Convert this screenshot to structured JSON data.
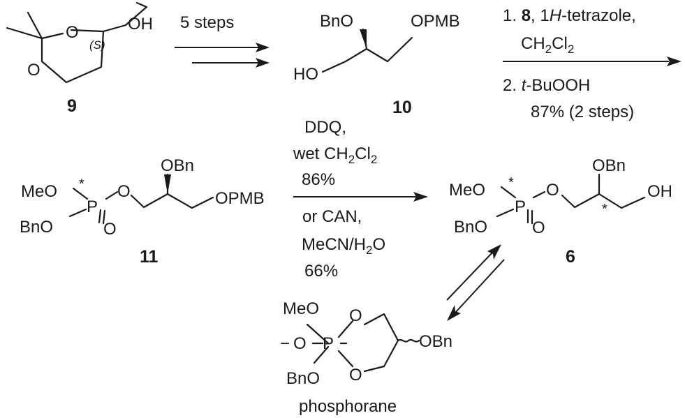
{
  "compounds": {
    "c9": {
      "id": "9",
      "oh": "OH",
      "o_top": "O",
      "o_bottom": "O",
      "stereo": "(S)"
    },
    "c10": {
      "id": "10",
      "obn": "BnO",
      "opmb": "OPMB",
      "ho": "HO"
    },
    "c11": {
      "id": "11",
      "obn": "OBn",
      "meo": "MeO",
      "bno": "BnO",
      "p": "P",
      "o_dbl": "O",
      "o_link": "O",
      "opmb": "OPMB",
      "star": "*"
    },
    "c6": {
      "id": "6",
      "obn": "OBn",
      "meo": "MeO",
      "bno": "BnO",
      "p": "P",
      "o_dbl": "O",
      "o_link": "O",
      "oh": "OH",
      "star": "*",
      "star2": "*"
    },
    "phosphorane": {
      "label": "phosphorane",
      "meo": "MeO",
      "neg": "−",
      "o_mid": "O",
      "p": "P",
      "bno": "BnO",
      "o_top": "O",
      "o_bottom": "O",
      "obn": "OBn"
    }
  },
  "arrows": {
    "a1": {
      "label_top": "5 steps"
    },
    "a2": {
      "line1_num": "1. ",
      "line1_bold": "8",
      "line1_sep": ", 1",
      "line1_ital": "H",
      "line1_rest": "-tetrazole,",
      "line2_a": "CH",
      "line2_sub1": "2",
      "line2_b": "Cl",
      "line2_sub2": "2",
      "line3_num": "2. ",
      "line3_ital": "t",
      "line3_rest": "-BuOOH",
      "line4": "87% (2 steps)"
    },
    "a3": {
      "l1": "DDQ,",
      "l2_a": "wet CH",
      "l2_sub1": "2",
      "l2_b": "Cl",
      "l2_sub2": "2",
      "l3": "86%",
      "l4": "or CAN,",
      "l5_a": "MeCN/H",
      "l5_sub": "2",
      "l5_b": "O",
      "l6": "66%"
    }
  }
}
